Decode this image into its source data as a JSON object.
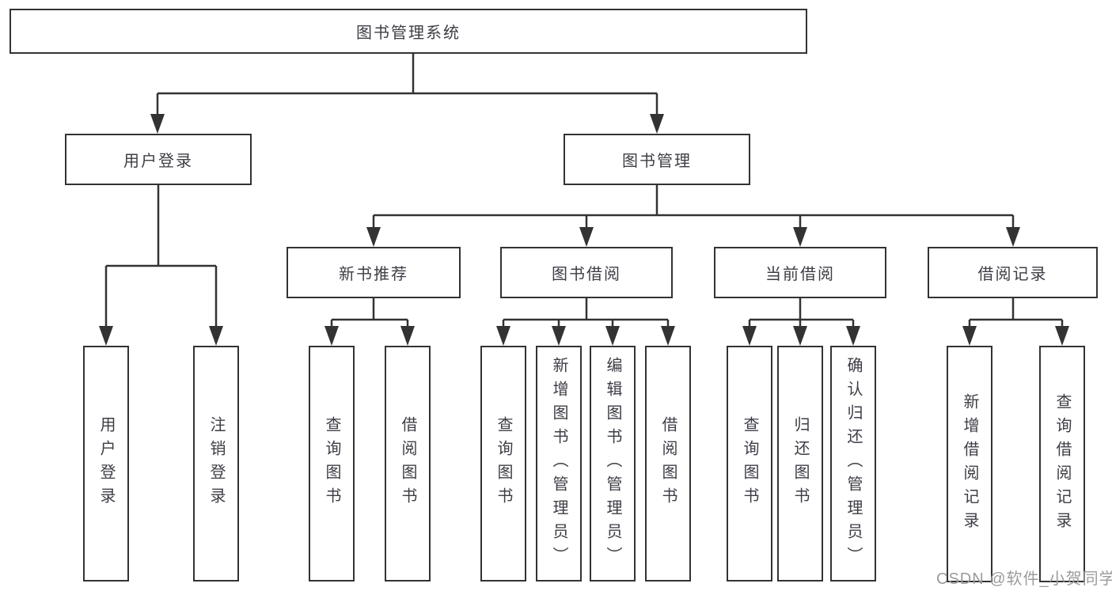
{
  "diagram": {
    "root": {
      "label": "图书管理系统"
    },
    "branches": [
      {
        "label": "用户登录",
        "children": [
          {
            "label": "用户登录"
          },
          {
            "label": "注销登录"
          }
        ]
      },
      {
        "label": "图书管理",
        "children": [
          {
            "label": "新书推荐",
            "children": [
              {
                "label": "查询图书"
              },
              {
                "label": "借阅图书"
              }
            ]
          },
          {
            "label": "图书借阅",
            "children": [
              {
                "label": "查询图书"
              },
              {
                "label": "新增图书（管理员）"
              },
              {
                "label": "编辑图书（管理员）"
              },
              {
                "label": "借阅图书"
              }
            ]
          },
          {
            "label": "当前借阅",
            "children": [
              {
                "label": "查询图书"
              },
              {
                "label": "归还图书"
              },
              {
                "label": "确认归还（管理员）"
              }
            ]
          },
          {
            "label": "借阅记录",
            "children": [
              {
                "label": "新增借阅记录"
              },
              {
                "label": "查询借阅记录"
              }
            ]
          }
        ]
      }
    ]
  },
  "watermark": "CSDN @软件_小贺同学",
  "colors": {
    "line": "#333333",
    "box_border": "#333333",
    "text": "#3d3d46",
    "watermark": "#9b9b9b",
    "background": "#ffffff"
  }
}
